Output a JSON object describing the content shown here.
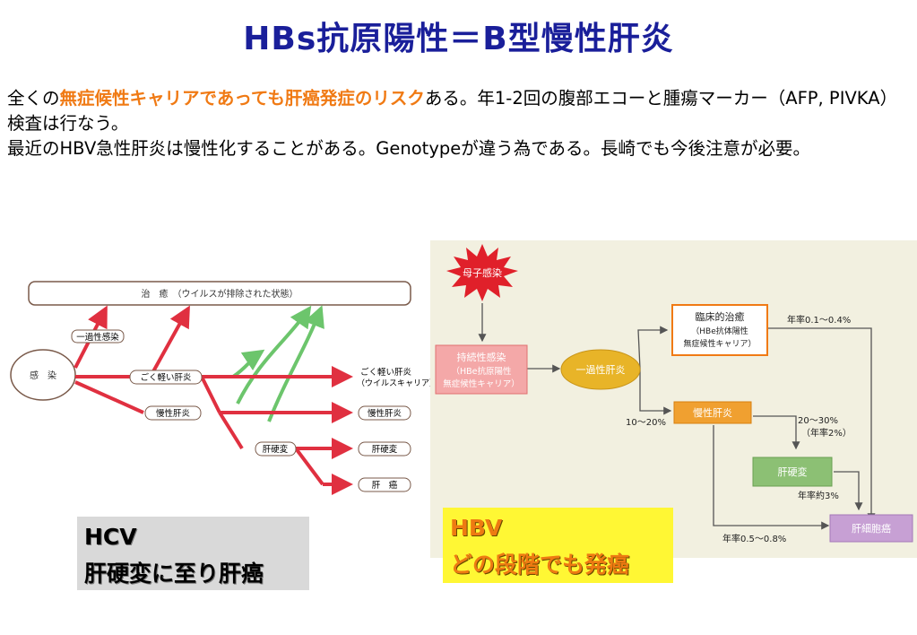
{
  "title": "HBs抗原陽性＝B型慢性肝炎",
  "text": {
    "p1_pre": "全くの",
    "p1_highlight": "無症候性キャリアであっても肝癌発症のリスク",
    "p1_post": "ある。年1-2回の腹部エコーと腫瘍マーカー（AFP, PIVKA）検査は行なう。",
    "p2": "最近のHBV急性肝炎は慢性化することがある。Genotypeが違う為である。長崎でも今後注意が必要。"
  },
  "hcv_diagram": {
    "cure": "治　癒　（ウイルスが排除された状態）",
    "infection": "感　染",
    "transient": "一過性感染",
    "mild": "ごく軽い肝炎",
    "chronic": "慢性肝炎",
    "cirrhosis": "肝硬変",
    "out_carrier_1": "ごく軽い肝炎",
    "out_carrier_2": "（ウイルスキャリア）",
    "out_chronic": "慢性肝炎",
    "out_cirrhosis": "肝硬変",
    "out_cancer": "肝　癌"
  },
  "hbv_diagram": {
    "mother": "母子感染",
    "persistent_1": "持続性感染",
    "persistent_2": "（HBe抗原陽性",
    "persistent_3": "無症候性キャリア）",
    "transient": "一過性肝炎",
    "clinical_1": "臨床的治癒",
    "clinical_2": "（HBe抗体陽性",
    "clinical_3": "無症候性キャリア）",
    "rate_clinical": "年率0.1～0.4%",
    "chronic": "慢性肝炎",
    "rate_chronic": "10～20%",
    "rate_cirr_1": "20～30%",
    "rate_cirr_2": "（年率2%）",
    "cirrhosis": "肝硬変",
    "rate_cancer_cirr": "年率約3%",
    "rate_cancer_chronic": "年率0.5～0.8%",
    "cancer": "肝細胞癌"
  },
  "hcv_caption": {
    "line1": "HCV",
    "line2": "肝硬変に至り肝癌"
  },
  "hbv_caption": {
    "line1": "HBV",
    "line2": "どの段階でも発癌"
  }
}
